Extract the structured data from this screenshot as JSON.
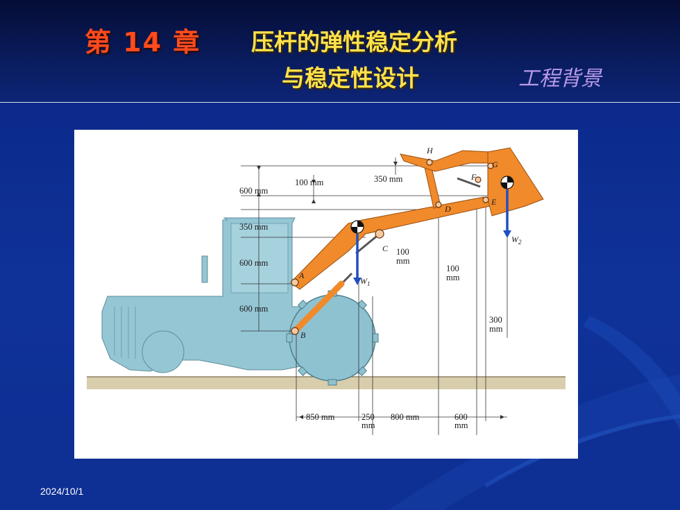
{
  "slide": {
    "chapter": "第 14 章",
    "title_line1": "压杆的弹性稳定分析",
    "title_line2": "与稳定性设计",
    "subtitle": "工程背景",
    "date": "2024/10/1"
  },
  "figure": {
    "point_labels": {
      "H": "H",
      "G": "G",
      "F": "F",
      "E": "E",
      "D": "D",
      "C": "C",
      "A": "A",
      "B": "B"
    },
    "load_labels": {
      "w1": "W",
      "w1_sub": "1",
      "w2": "W",
      "w2_sub": "2"
    },
    "dims": {
      "d100_top": "100 mm",
      "d350_top": "350 mm",
      "d600_left": "600 mm",
      "d350_left": "350 mm",
      "d600_mid": "600 mm",
      "d600_low": "600 mm",
      "c100_num": "100",
      "c100_unit": "mm",
      "e100_num": "100",
      "e100_unit": "mm",
      "d300_num": "300",
      "d300_unit": "mm",
      "b850": "850 mm",
      "b250_num": "250",
      "b250_unit": "mm",
      "b800": "800 mm",
      "b600_num": "600",
      "b600_unit": "mm"
    },
    "colors": {
      "body": "#94c6d4",
      "arm": "#f08a2a",
      "arm_stroke": "#9a4e10",
      "load": "#1f4fbf",
      "ground": "#cfc39c"
    }
  }
}
